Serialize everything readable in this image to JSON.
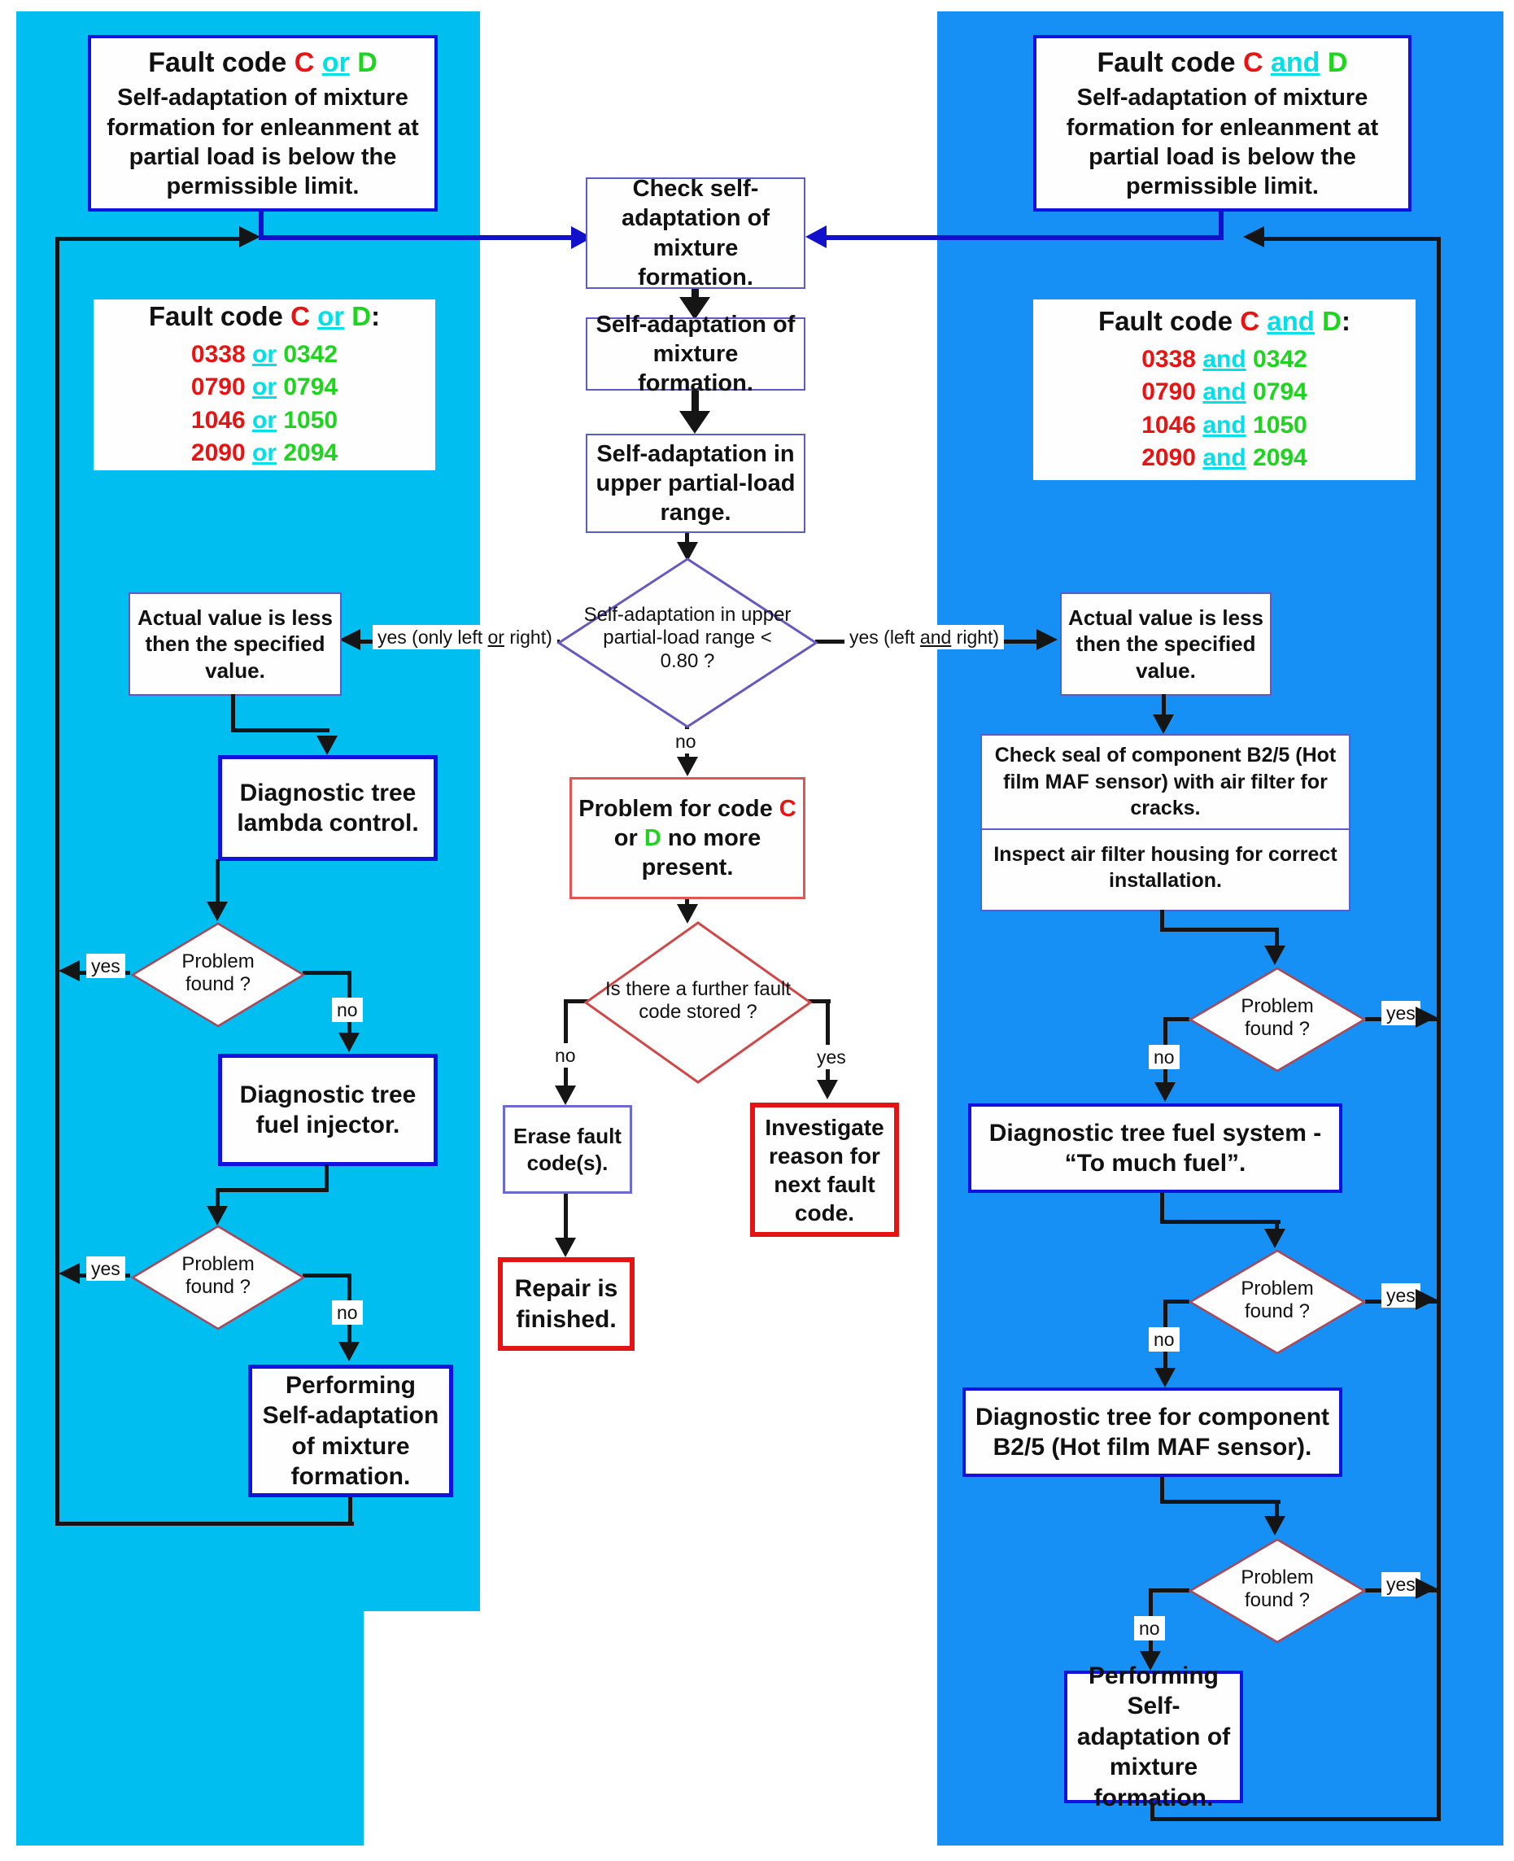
{
  "colors": {
    "left_panel_cyan": "#00bff0",
    "right_panel_blue": "#1690f5",
    "code_red": "#e81414",
    "code_green": "#1fd41f",
    "conjunction_cyan": "#00e0e8",
    "box_border_blue": "#1212e0",
    "alert_border_red": "#e41414"
  },
  "left": {
    "header_title": [
      {
        "t": "Fault code ",
        "c": "plain"
      },
      {
        "t": "C",
        "c": "red"
      },
      {
        "t": " ",
        "c": "plain"
      },
      {
        "t": "or",
        "c": "conj"
      },
      {
        "t": " ",
        "c": "plain"
      },
      {
        "t": "D",
        "c": "green"
      }
    ],
    "header_body": "Self-adaptation of mixture formation for enleanment at partial load is below the permissible limit.",
    "codes_title": [
      {
        "t": "Fault code ",
        "c": "plain"
      },
      {
        "t": "C",
        "c": "red"
      },
      {
        "t": " ",
        "c": "plain"
      },
      {
        "t": "or",
        "c": "conj"
      },
      {
        "t": " ",
        "c": "plain"
      },
      {
        "t": "D",
        "c": "green"
      },
      {
        "t": ":",
        "c": "plain"
      }
    ],
    "codes_rows": [
      [
        {
          "t": "0338 ",
          "c": "red"
        },
        {
          "t": "or",
          "c": "conj"
        },
        {
          "t": " 0342",
          "c": "green"
        }
      ],
      [
        {
          "t": "0790 ",
          "c": "red"
        },
        {
          "t": "or",
          "c": "conj"
        },
        {
          "t": " 0794",
          "c": "green"
        }
      ],
      [
        {
          "t": "1046 ",
          "c": "red"
        },
        {
          "t": "or",
          "c": "conj"
        },
        {
          "t": " 1050",
          "c": "green"
        }
      ],
      [
        {
          "t": "2090 ",
          "c": "red"
        },
        {
          "t": "or",
          "c": "conj"
        },
        {
          "t": " 2094",
          "c": "green"
        }
      ]
    ],
    "actual": "Actual value is less then the specified value.",
    "lambda": "Diagnostic tree lambda control.",
    "diamond1": "Problem found ?",
    "injector": "Diagnostic tree fuel injector.",
    "diamond2": "Problem found ?",
    "performing": "Performing Self-adaptation of mixture formation.",
    "yes1": "yes",
    "no1": "no",
    "yes2": "yes",
    "no2": "no"
  },
  "center": {
    "check": "Check self-adaptation of mixture formation.",
    "selfadapt": "Self-adaptation of mixture formation.",
    "upper": "Self-adaptation in upper partial-load range.",
    "decision1": "Self-adaptation in upper partial-load range < 0.80 ?",
    "yes_left": [
      {
        "t": "yes (only left ",
        "c": "plain"
      },
      {
        "t": "or",
        "c": "u"
      },
      {
        "t": " right)",
        "c": "plain"
      }
    ],
    "yes_right": [
      {
        "t": "yes (left ",
        "c": "plain"
      },
      {
        "t": "and",
        "c": "u"
      },
      {
        "t": " right)",
        "c": "plain"
      }
    ],
    "no1": "no",
    "problem": [
      {
        "t": "Problem for code ",
        "c": "plain"
      },
      {
        "t": "C",
        "c": "red"
      },
      {
        "t": " or ",
        "c": "plain"
      },
      {
        "t": "D",
        "c": "green"
      },
      {
        "t": " no more present.",
        "c": "plain"
      }
    ],
    "decision2": "Is there a further fault code stored ?",
    "no2": "no",
    "yes2": "yes",
    "erase": "Erase fault code(s).",
    "repair": "Repair is finished.",
    "investigate": "Investigate reason for next fault code."
  },
  "right": {
    "header_title": [
      {
        "t": "Fault code ",
        "c": "plain"
      },
      {
        "t": "C",
        "c": "red"
      },
      {
        "t": " ",
        "c": "plain"
      },
      {
        "t": "and",
        "c": "conj"
      },
      {
        "t": " ",
        "c": "plain"
      },
      {
        "t": "D",
        "c": "green"
      }
    ],
    "header_body": "Self-adaptation of mixture formation for enleanment at partial load is below the permissible limit.",
    "codes_title": [
      {
        "t": "Fault code ",
        "c": "plain"
      },
      {
        "t": "C",
        "c": "red"
      },
      {
        "t": " ",
        "c": "plain"
      },
      {
        "t": "and",
        "c": "conj"
      },
      {
        "t": " ",
        "c": "plain"
      },
      {
        "t": "D",
        "c": "green"
      },
      {
        "t": ":",
        "c": "plain"
      }
    ],
    "codes_rows": [
      [
        {
          "t": "0338 ",
          "c": "red"
        },
        {
          "t": "and",
          "c": "conj"
        },
        {
          "t": " 0342",
          "c": "green"
        }
      ],
      [
        {
          "t": "0790 ",
          "c": "red"
        },
        {
          "t": "and",
          "c": "conj"
        },
        {
          "t": " 0794",
          "c": "green"
        }
      ],
      [
        {
          "t": "1046 ",
          "c": "red"
        },
        {
          "t": "and",
          "c": "conj"
        },
        {
          "t": " 1050",
          "c": "green"
        }
      ],
      [
        {
          "t": "2090 ",
          "c": "red"
        },
        {
          "t": "and",
          "c": "conj"
        },
        {
          "t": " 2094",
          "c": "green"
        }
      ]
    ],
    "actual": "Actual value is less then the specified value.",
    "checkseal1": "Check seal of component B2/5 (Hot film MAF sensor) with air filter for cracks.",
    "checkseal2": "Inspect air filter housing for correct installation.",
    "diamond1": "Problem found ?",
    "fuel_system": "Diagnostic tree fuel system - “To much fuel”.",
    "diamond2": "Problem found ?",
    "b25": "Diagnostic tree for component B2/5 (Hot film MAF sensor).",
    "diamond3": "Problem found ?",
    "performing": "Performing Self-adaptation of mixture formation.",
    "yes1": "yes",
    "no1": "no",
    "yes2": "yes",
    "no2": "no",
    "yes3": "yes",
    "no3": "no"
  }
}
